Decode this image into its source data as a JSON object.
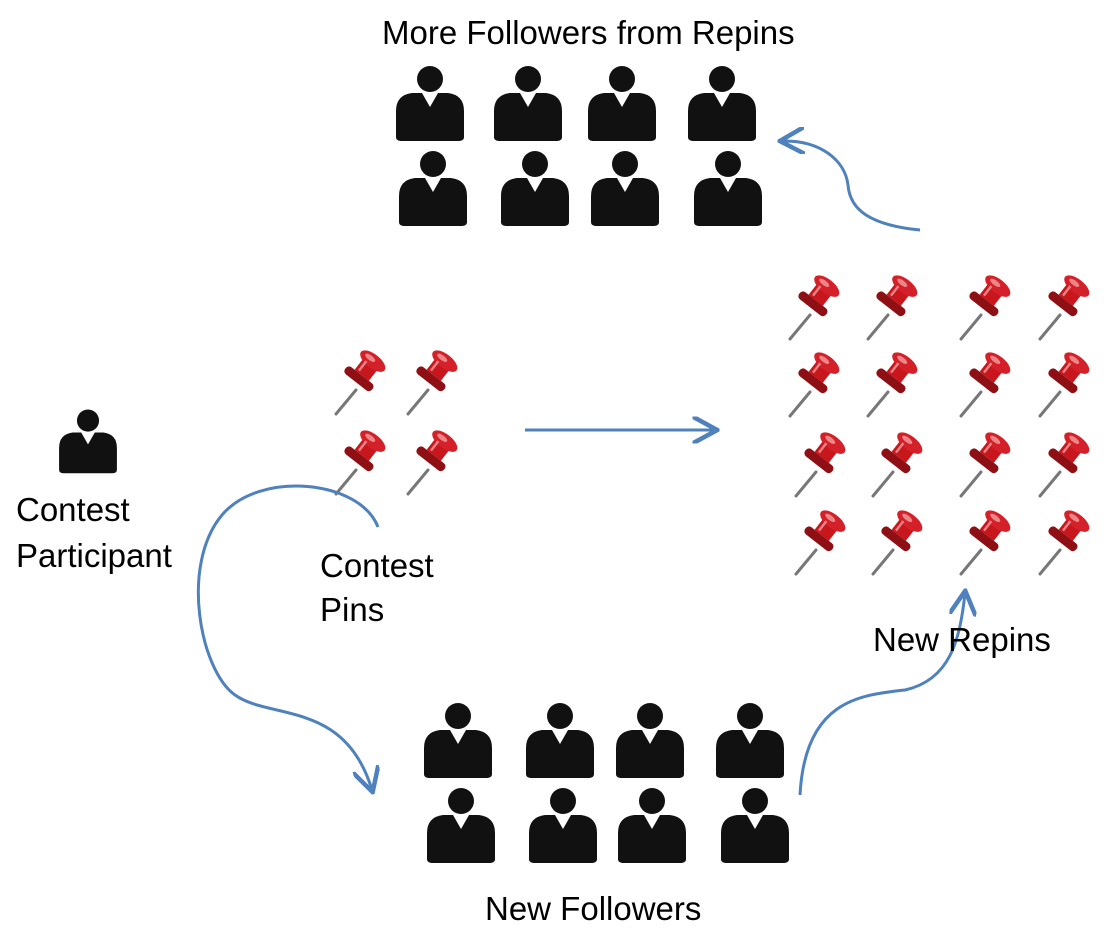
{
  "labels": {
    "more_followers": "More Followers from Repins",
    "contest_participant_line1": "Contest",
    "contest_participant_line2": "Participant",
    "contest_pins_line1": "Contest",
    "contest_pins_line2": "Pins",
    "new_repins": "New Repins",
    "new_followers": "New Followers"
  },
  "groups": {
    "more_followers": {
      "icon": "person-icon",
      "count": 8
    },
    "contest_participant": {
      "icon": "person-icon",
      "count": 1
    },
    "contest_pins": {
      "icon": "pushpin-icon",
      "count": 4
    },
    "new_repins": {
      "icon": "pushpin-icon",
      "count": 16
    },
    "new_followers": {
      "icon": "person-icon",
      "count": 8
    }
  },
  "colors": {
    "arrow": "#4f81bd",
    "person": "#111111",
    "pin": "#c8161d"
  }
}
